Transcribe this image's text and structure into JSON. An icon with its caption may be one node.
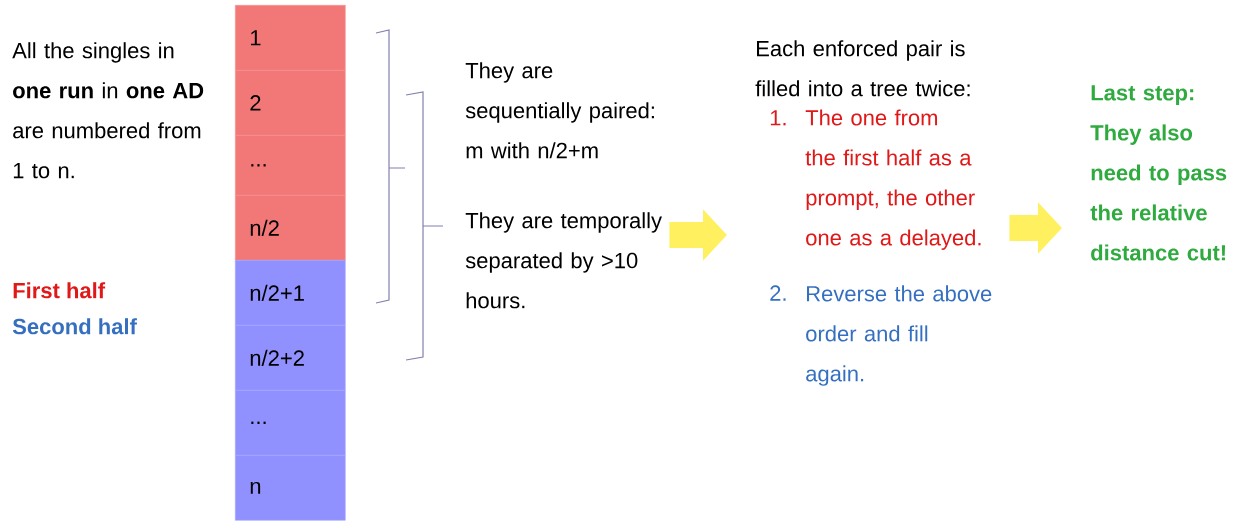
{
  "diagram": {
    "nodes": [
      {
        "text": [
          "1"
        ]
      },
      {
        "text": [
          "2"
        ]
      },
      {
        "text": [
          "..."
        ]
      },
      {
        "text": [
          "n/2"
        ]
      },
      {
        "text": [
          "n/2+1"
        ]
      },
      {
        "text": [
          "n/2+2"
        ]
      },
      {
        "text": [
          "..."
        ]
      },
      {
        "text": [
          "n"
        ]
      },
      {
        "text": [
          "They are sequentially paired: m with n/2+m",
          "They are temporally separated by >10 hours."
        ]
      },
      {
        "text": [
          "Each enforced pair is filled into a tree twice:",
          "1.",
          "The one from the first half as a prompt, the other one as a delayed.",
          "2.",
          "Reverse the above order and fill again."
        ]
      },
      {
        "text": [
          "Last step: They also need to pass the relative distance cut!"
        ]
      }
    ],
    "edges": [
      {
        "from": 8,
        "to": 9,
        "arrow": "to"
      },
      {
        "from": 9,
        "to": 10,
        "arrow": "to"
      }
    ],
    "labels": [
      "All the singles in **one run** in **one AD** are numbered from 1 to n.",
      "First half",
      "Second half"
    ]
  }
}
